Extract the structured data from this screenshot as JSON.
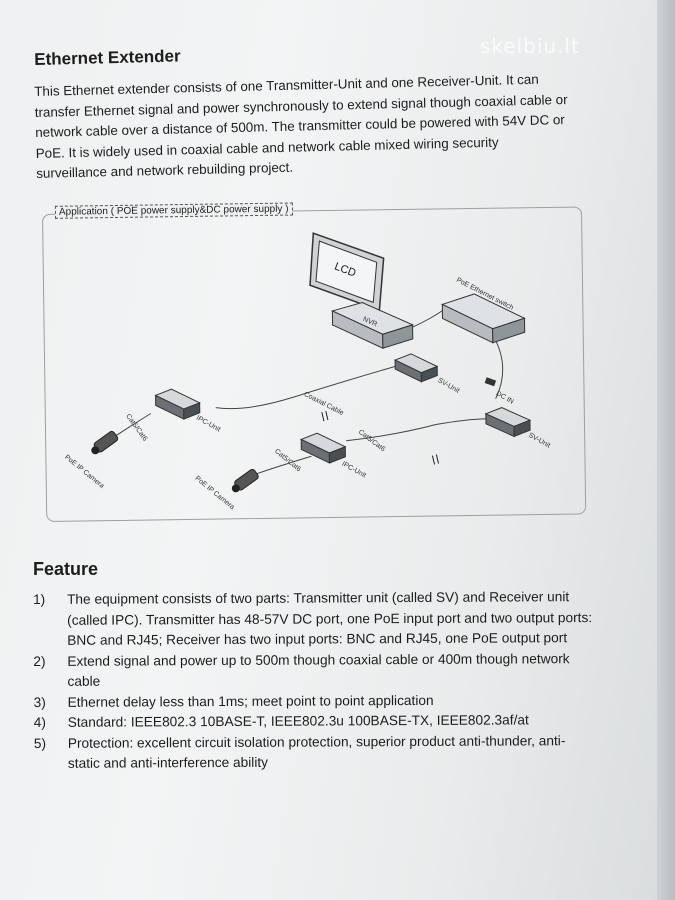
{
  "watermark": "skelbiu.lt",
  "header": {
    "title": "Ethernet Extender"
  },
  "intro": {
    "text": "This Ethernet extender consists of one Transmitter-Unit and one Receiver-Unit. It can transfer Ethernet signal and power synchronously to extend signal though coaxial cable or network cable over a distance of 500m. The transmitter could be powered with 54V DC or PoE. It is widely used in coaxial cable and network cable mixed wiring security surveillance and network rebuilding project."
  },
  "diagram": {
    "label": "Application ( POE power supply&DC power supply )",
    "nodes": {
      "lcd": "LCD",
      "nvr": "NVR",
      "switch": "PoE Ethernet switch",
      "sv_unit_top": "SV-Unit",
      "sv_unit_right": "SV-Unit",
      "ipc_unit_left": "IPC-Unit",
      "ipc_unit_bottom": "IPC-Unit",
      "camera_left": "PoE IP Camera",
      "camera_bottom": "PoE IP Camera",
      "dc_in": "DC IN"
    },
    "cables": {
      "coaxial": "Coaxial Cable",
      "cat_left": "Cat5/Cat6",
      "cat_bottom": "Cat5/Cat6",
      "cat_right": "Cat5/Cat6"
    }
  },
  "features": {
    "title": "Feature",
    "items": [
      {
        "num": "1)",
        "text": "The equipment consists of two parts: Transmitter unit (called SV) and Receiver unit (called IPC). Transmitter has 48-57V DC port, one PoE input port and two output ports: BNC and RJ45; Receiver has two input ports: BNC and RJ45, one PoE output port"
      },
      {
        "num": "2)",
        "text": "Extend signal and power up to 500m though coaxial cable or 400m though network cable"
      },
      {
        "num": "3)",
        "text": "Ethernet delay less than 1ms; meet point to point application"
      },
      {
        "num": "4)",
        "text": "Standard: IEEE802.3 10BASE-T, IEEE802.3u 100BASE-TX, IEEE802.3af/at"
      },
      {
        "num": "5)",
        "text": "Protection: excellent circuit isolation protection, superior product anti-thunder, anti-static and anti-interference ability"
      }
    ]
  }
}
